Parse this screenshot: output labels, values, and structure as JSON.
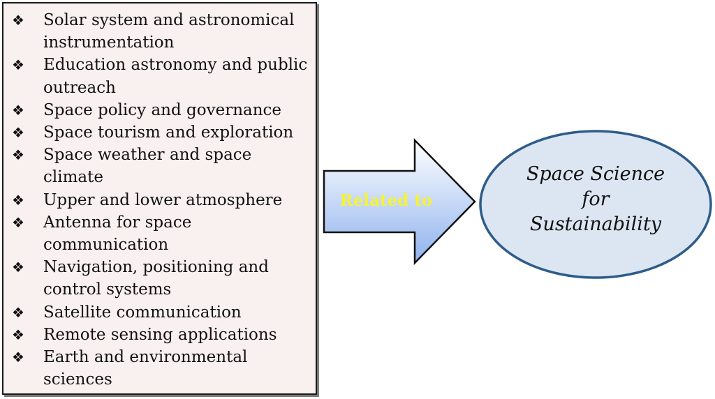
{
  "topics": {
    "bullet_glyph": "❖",
    "items": [
      "Solar system and astronomical instrumentation",
      "Education astronomy and public outreach",
      "Space policy and governance",
      "Space tourism and exploration",
      "Space weather and space climate",
      "Upper and lower atmosphere",
      "Antenna for space communication",
      "Navigation, positioning and control systems",
      "Satellite communication",
      "Remote sensing applications",
      "Earth and environmental sciences"
    ]
  },
  "arrow": {
    "label": "Related to",
    "label_color": "#f5f23a",
    "gradient_start": "#ffffff",
    "gradient_end": "#8fb2ee"
  },
  "goal": {
    "line1": "Space Science",
    "line2": "for",
    "line3": "Sustainability",
    "fill_color": "#dce6f2",
    "border_color": "#2e5c8a"
  },
  "colors": {
    "box_background": "#f9f1f0",
    "box_border": "#1a1a1a"
  }
}
